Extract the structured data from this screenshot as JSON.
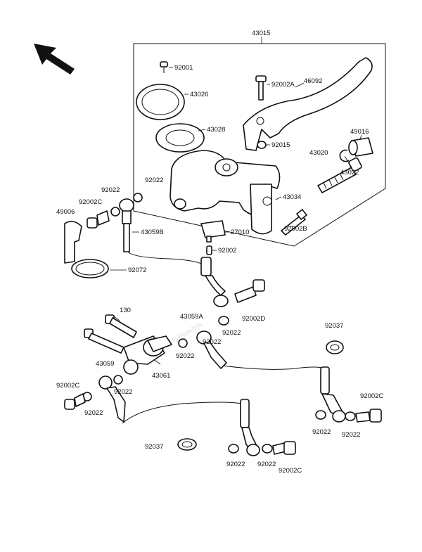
{
  "watermark": "PartsRepublik",
  "labels": {
    "l43015": "43015",
    "l92001": "92001",
    "l43026": "43026",
    "l43028": "43028",
    "l92002A": "92002A",
    "l46092": "46092",
    "l92015": "92015",
    "l49016": "49016",
    "l43020": "43020",
    "l43022": "43022",
    "l92022a": "92022",
    "l92022b": "92022",
    "l92002Ca": "92002C",
    "l49006": "49006",
    "l43059B": "43059B",
    "l43034": "43034",
    "l27010": "27010",
    "l92002B": "92002B",
    "l92002": "92002",
    "l92072": "92072",
    "l130": "130",
    "l43059A": "43059A",
    "l92002D": "92002D",
    "l92022c": "92022",
    "l92022d": "92022",
    "l92037a": "92037",
    "l43059": "43059",
    "l43061": "43061",
    "l92002Cb": "92002C",
    "l92022e": "92022",
    "l92022f": "92022",
    "l92002Cc": "92002C",
    "l92022g": "92022",
    "l92022h": "92022",
    "l92037b": "92037",
    "l92022i": "92022",
    "l92022j": "92022",
    "l92002Cd": "92002C"
  }
}
